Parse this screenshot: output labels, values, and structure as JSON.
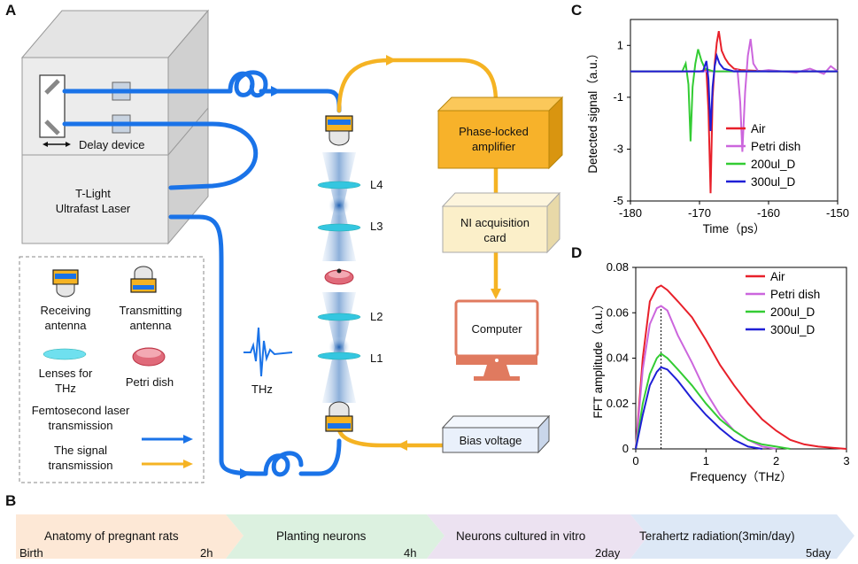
{
  "panels": {
    "a": "A",
    "b": "B",
    "c": "C",
    "d": "D"
  },
  "setup": {
    "delay_device": "Delay device",
    "laser_line1": "T-Light",
    "laser_line2": "Ultrafast Laser",
    "lens_labels": [
      "L4",
      "L3",
      "L2",
      "L1"
    ],
    "thz_label": "THz",
    "amplifier_line1": "Phase-locked",
    "amplifier_line2": "amplifier",
    "ni_line1": "NI acquisition",
    "ni_line2": "card",
    "computer": "Computer",
    "bias": "Bias voltage"
  },
  "legend": {
    "receiving_line1": "Receiving",
    "receiving_line2": "antenna",
    "transmitting_line1": "Transmitting",
    "transmitting_line2": "antenna",
    "lenses_line1": "Lenses for",
    "lenses_line2": "THz",
    "petri": "Petri dish",
    "femto_line1": "Femtosecond laser",
    "femto_line2": "transmission",
    "signal_line1": "The signal",
    "signal_line2": "transmission"
  },
  "colors": {
    "laser": "#1a73e8",
    "signal": "#f5b323",
    "amplifier_fill": "#f7b22a",
    "ni_fill": "#fbefc9",
    "computer": "#e07a5f",
    "bias_fill": "#e9f0fb"
  },
  "timeline": {
    "steps": [
      {
        "label": "Anatomy of pregnant rats",
        "start": "Birth",
        "end": "2h",
        "color": "#fde8d6"
      },
      {
        "label": "Planting neurons",
        "start": "",
        "end": "4h",
        "color": "#dcf1e0"
      },
      {
        "label": "Neurons cultured in vitro",
        "start": "",
        "end": "2day",
        "color": "#ece2f1"
      },
      {
        "label": "Terahertz radiation(3min/day)",
        "start": "",
        "end": "5day",
        "color": "#dde8f6"
      }
    ]
  },
  "chart_data": [
    {
      "type": "line",
      "panel": "C",
      "xlabel": "Time（ps）",
      "ylabel": "Detected signal（a.u.）",
      "xlim": [
        -180,
        -150
      ],
      "ylim": [
        -5,
        2
      ],
      "xticks": [
        -180,
        -170,
        -160,
        -150
      ],
      "yticks": [
        1,
        -1,
        -3,
        -5
      ],
      "legend_position": "bottom-right",
      "series": [
        {
          "name": "Air",
          "color": "#e8202a",
          "x": [
            -180,
            -170,
            -169,
            -168.7,
            -168.4,
            -168.1,
            -167.8,
            -167.5,
            -167.2,
            -166.8,
            -166.3,
            -165.8,
            -165,
            -164,
            -160,
            -155,
            -150
          ],
          "y": [
            0,
            0,
            0.05,
            -1.5,
            -4.7,
            -1.0,
            0.3,
            1.1,
            1.55,
            0.8,
            0.5,
            0.3,
            0.1,
            0.05,
            0,
            0,
            0
          ]
        },
        {
          "name": "Petri dish",
          "color": "#cc66dd",
          "x": [
            -180,
            -165,
            -164.5,
            -164.1,
            -163.8,
            -163.4,
            -163.0,
            -162.6,
            -162.2,
            -161.5,
            -160,
            -156,
            -154,
            -152,
            -151,
            -150
          ],
          "y": [
            0,
            0,
            0.05,
            -1.2,
            -3.1,
            -0.8,
            0.6,
            1.25,
            0.3,
            0.0,
            0.05,
            -0.05,
            0.1,
            -0.1,
            0.2,
            0
          ]
        },
        {
          "name": "200ul_D",
          "color": "#33cc33",
          "x": [
            -180,
            -172.5,
            -172,
            -171.6,
            -171.3,
            -171.0,
            -170.6,
            -170.2,
            -169.7,
            -169.2,
            -168,
            -165,
            -150
          ],
          "y": [
            0,
            0,
            0.3,
            -0.5,
            -2.7,
            -0.6,
            0.3,
            0.85,
            0.4,
            0.1,
            0,
            0,
            0
          ]
        },
        {
          "name": "300ul_D",
          "color": "#1f1fd6",
          "x": [
            -180,
            -169.5,
            -169.0,
            -168.7,
            -168.4,
            -168.1,
            -167.8,
            -167.5,
            -167.1,
            -166.5,
            -165,
            -150
          ],
          "y": [
            0,
            0,
            0.4,
            -0.3,
            -2.3,
            -0.6,
            0.2,
            0.6,
            0.3,
            0.1,
            0,
            0
          ]
        }
      ]
    },
    {
      "type": "line",
      "panel": "D",
      "xlabel": "Frequency（THz）",
      "ylabel": "FFT amplitude（a.u.）",
      "xlim": [
        0,
        3
      ],
      "ylim": [
        0,
        0.08
      ],
      "xticks": [
        0,
        1,
        2,
        3
      ],
      "yticks": [
        0,
        0.02,
        0.04,
        0.06,
        0.08
      ],
      "legend_position": "top-right",
      "marker_line_x": 0.36,
      "series": [
        {
          "name": "Air",
          "color": "#e8202a",
          "x": [
            0,
            0.1,
            0.2,
            0.3,
            0.36,
            0.45,
            0.6,
            0.8,
            1.0,
            1.2,
            1.4,
            1.6,
            1.8,
            2.0,
            2.2,
            2.4,
            2.6,
            2.8,
            3.0
          ],
          "y": [
            0,
            0.04,
            0.065,
            0.071,
            0.072,
            0.07,
            0.065,
            0.058,
            0.048,
            0.037,
            0.028,
            0.02,
            0.013,
            0.008,
            0.004,
            0.002,
            0.001,
            0.0005,
            0
          ]
        },
        {
          "name": "Petri dish",
          "color": "#cc66dd",
          "x": [
            0,
            0.1,
            0.2,
            0.3,
            0.36,
            0.45,
            0.6,
            0.8,
            1.0,
            1.2,
            1.4,
            1.6,
            1.8,
            2.0
          ],
          "y": [
            0,
            0.035,
            0.055,
            0.062,
            0.063,
            0.061,
            0.05,
            0.038,
            0.025,
            0.015,
            0.008,
            0.004,
            0.001,
            0
          ]
        },
        {
          "name": "200ul_D",
          "color": "#33cc33",
          "x": [
            0,
            0.1,
            0.2,
            0.3,
            0.36,
            0.45,
            0.6,
            0.8,
            1.0,
            1.2,
            1.4,
            1.6,
            1.8,
            2.0,
            2.2
          ],
          "y": [
            0,
            0.02,
            0.033,
            0.04,
            0.042,
            0.04,
            0.035,
            0.028,
            0.02,
            0.013,
            0.008,
            0.004,
            0.002,
            0.001,
            0
          ]
        },
        {
          "name": "300ul_D",
          "color": "#1f1fd6",
          "x": [
            0,
            0.1,
            0.2,
            0.3,
            0.36,
            0.45,
            0.6,
            0.8,
            1.0,
            1.2,
            1.4,
            1.6,
            1.8
          ],
          "y": [
            0,
            0.015,
            0.028,
            0.034,
            0.036,
            0.035,
            0.03,
            0.022,
            0.015,
            0.009,
            0.004,
            0.001,
            0
          ]
        }
      ]
    }
  ]
}
